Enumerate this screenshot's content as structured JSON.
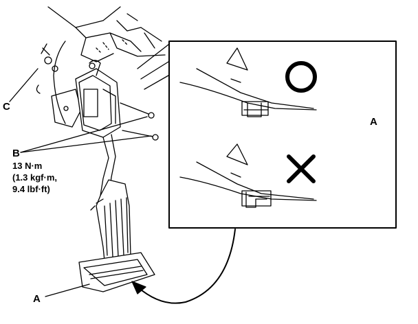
{
  "labels": {
    "c": "C",
    "b": "B",
    "torque_1": "13 N·m",
    "torque_2": "(1.3 kgf·m,",
    "torque_3": "9.4 lbf·ft)",
    "a_detail": "A",
    "a_pedal": "A"
  },
  "symbols": {
    "correct": "circle",
    "incorrect": "cross"
  },
  "colors": {
    "ink": "#000000",
    "paper": "#ffffff"
  }
}
